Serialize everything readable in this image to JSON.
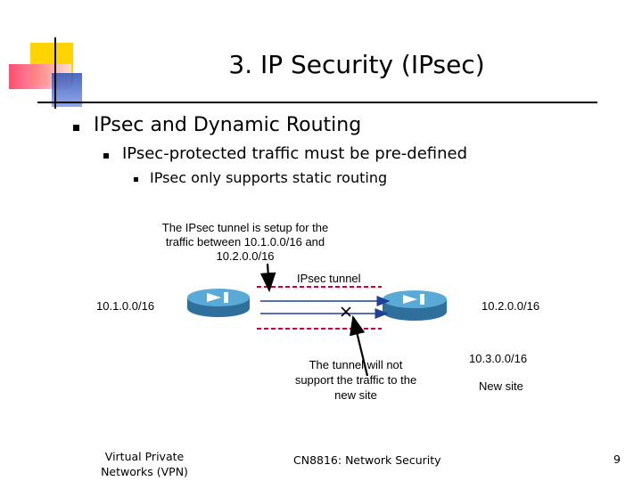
{
  "slide": {
    "title": "3. IP Security (IPsec)",
    "bullets": {
      "level1": "IPsec and Dynamic Routing",
      "level2": "IPsec-protected traffic must be pre-defined",
      "level3": "IPsec only supports static routing"
    }
  },
  "diagram": {
    "callout_setup": [
      "The IPsec tunnel is setup for the",
      "traffic between 10.1.0.0/16 and",
      "10.2.0.0/16"
    ],
    "tunnel_label": "IPsec tunnel",
    "left_subnet": "10.1.0.0/16",
    "right_subnet": "10.2.0.0/16",
    "new_subnet": "10.3.0.0/16",
    "new_site_label": "New site",
    "callout_unsupported": [
      "The tunnel will not",
      "support the traffic to the",
      "new site"
    ]
  },
  "footer": {
    "left": [
      "Virtual Private",
      "Networks (VPN)"
    ],
    "center": "CN8816: Network Security",
    "page_number": "9"
  },
  "colors": {
    "logo_yellow": "#ffd400",
    "logo_pink": "#ff3a5e",
    "logo_blue": "#2c4fb8",
    "router": "#3d8fc2",
    "tunnel_dash": "#cc0033",
    "traffic_arrow": "#1f3f99"
  }
}
